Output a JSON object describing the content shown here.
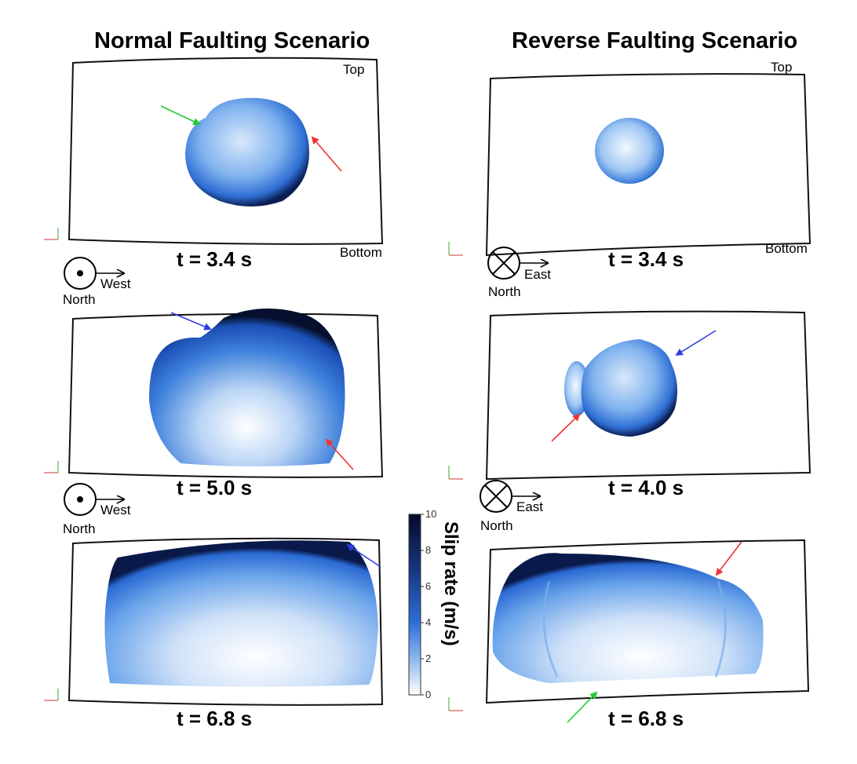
{
  "headings": {
    "left": "Normal Faulting Scenario",
    "right": "Reverse Faulting Scenario"
  },
  "panels": [
    {
      "id": "normal-t1",
      "time": "t = 3.4 s"
    },
    {
      "id": "normal-t2",
      "time": "t = 5.0 s"
    },
    {
      "id": "normal-t3",
      "time": "t = 6.8 s"
    },
    {
      "id": "reverse-t1",
      "time": "t = 3.4 s"
    },
    {
      "id": "reverse-t2",
      "time": "t = 4.0 s"
    },
    {
      "id": "reverse-t3",
      "time": "t = 6.8 s"
    }
  ],
  "corner_labels": {
    "top": "Top",
    "bottom": "Bottom"
  },
  "compass": {
    "normal": {
      "direction": "West",
      "north": "North",
      "symbol": "dot-in-circle"
    },
    "reverse": {
      "direction": "East",
      "north": "North",
      "symbol": "cross-in-circle"
    }
  },
  "colorbar": {
    "title": "Slip rate (m/s)",
    "ticks": [
      "10",
      "8",
      "6",
      "4",
      "2",
      "0"
    ],
    "colors": {
      "high": "#060a2a",
      "mid": "#2d6fd6",
      "low": "#ffffff"
    }
  },
  "arrow_colors": {
    "green": "#22cc33",
    "red": "#ee3333",
    "blue": "#2f3fe0"
  }
}
